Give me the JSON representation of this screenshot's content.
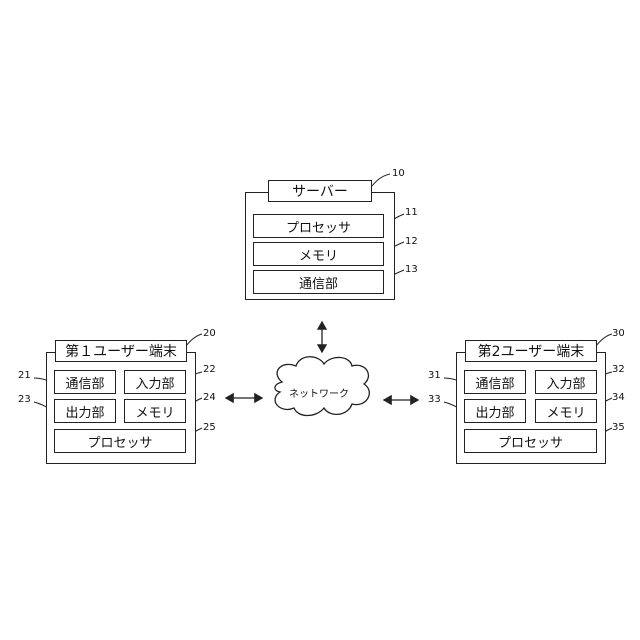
{
  "server": {
    "title": "サーバー",
    "ref": "10",
    "components": [
      {
        "label": "プロセッサ",
        "ref": "11"
      },
      {
        "label": "メモリ",
        "ref": "12"
      },
      {
        "label": "通信部",
        "ref": "13"
      }
    ]
  },
  "network": {
    "label": "ネットワーク"
  },
  "terminal1": {
    "title": "第１ユーザー端末",
    "ref": "20",
    "comm": {
      "label": "通信部",
      "ref": "21"
    },
    "input": {
      "label": "入力部",
      "ref": "22"
    },
    "output": {
      "label": "出力部",
      "ref": "23"
    },
    "memory": {
      "label": "メモリ",
      "ref": "24"
    },
    "processor": {
      "label": "プロセッサ",
      "ref": "25"
    }
  },
  "terminal2": {
    "title": "第2ユーザー端末",
    "ref": "30",
    "comm": {
      "label": "通信部",
      "ref": "31"
    },
    "input": {
      "label": "入力部",
      "ref": "32"
    },
    "output": {
      "label": "出力部",
      "ref": "33"
    },
    "memory": {
      "label": "メモリ",
      "ref": "34"
    },
    "processor": {
      "label": "プロセッサ",
      "ref": "35"
    }
  }
}
